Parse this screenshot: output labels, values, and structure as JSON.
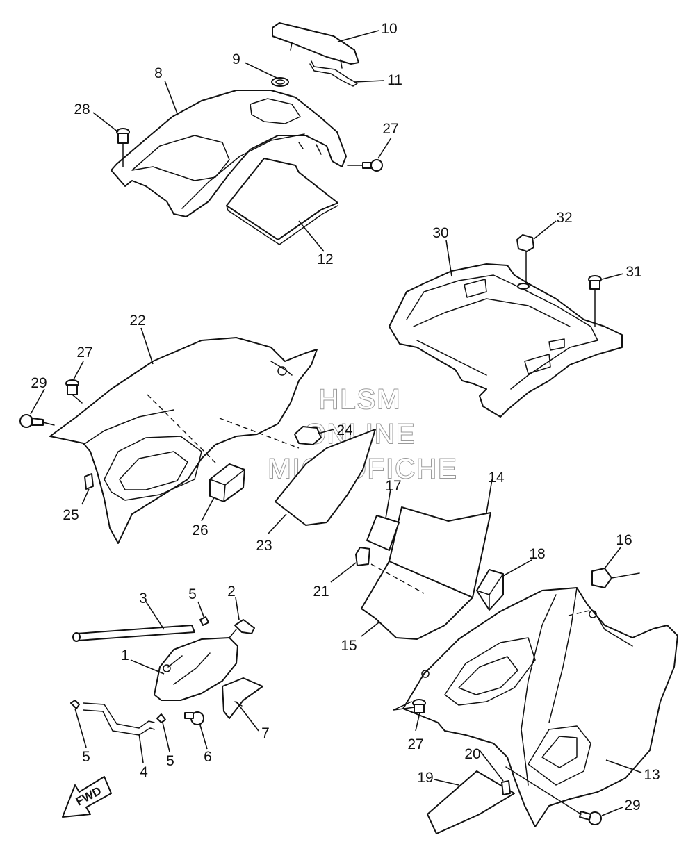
{
  "watermark": {
    "line1": "HLSM",
    "line2": "ONLINE",
    "line3": "MICROFICHE"
  },
  "direction_arrow": {
    "label": "FWD"
  },
  "callouts": [
    {
      "id": "c1",
      "label": "1"
    },
    {
      "id": "c2",
      "label": "2"
    },
    {
      "id": "c3",
      "label": "3"
    },
    {
      "id": "c4",
      "label": "4"
    },
    {
      "id": "c5a",
      "label": "5"
    },
    {
      "id": "c5b",
      "label": "5"
    },
    {
      "id": "c5c",
      "label": "5"
    },
    {
      "id": "c6",
      "label": "6"
    },
    {
      "id": "c7",
      "label": "7"
    },
    {
      "id": "c8",
      "label": "8"
    },
    {
      "id": "c9",
      "label": "9"
    },
    {
      "id": "c10",
      "label": "10"
    },
    {
      "id": "c11",
      "label": "11"
    },
    {
      "id": "c12",
      "label": "12"
    },
    {
      "id": "c13",
      "label": "13"
    },
    {
      "id": "c14",
      "label": "14"
    },
    {
      "id": "c15",
      "label": "15"
    },
    {
      "id": "c16",
      "label": "16"
    },
    {
      "id": "c17",
      "label": "17"
    },
    {
      "id": "c18",
      "label": "18"
    },
    {
      "id": "c19",
      "label": "19"
    },
    {
      "id": "c20",
      "label": "20"
    },
    {
      "id": "c21",
      "label": "21"
    },
    {
      "id": "c22",
      "label": "22"
    },
    {
      "id": "c23",
      "label": "23"
    },
    {
      "id": "c24",
      "label": "24"
    },
    {
      "id": "c25",
      "label": "25"
    },
    {
      "id": "c26",
      "label": "26"
    },
    {
      "id": "c27a",
      "label": "27"
    },
    {
      "id": "c27b",
      "label": "27"
    },
    {
      "id": "c27c",
      "label": "27"
    },
    {
      "id": "c28",
      "label": "28"
    },
    {
      "id": "c29a",
      "label": "29"
    },
    {
      "id": "c29b",
      "label": "29"
    },
    {
      "id": "c30",
      "label": "30"
    },
    {
      "id": "c31",
      "label": "31"
    },
    {
      "id": "c32",
      "label": "32"
    }
  ]
}
